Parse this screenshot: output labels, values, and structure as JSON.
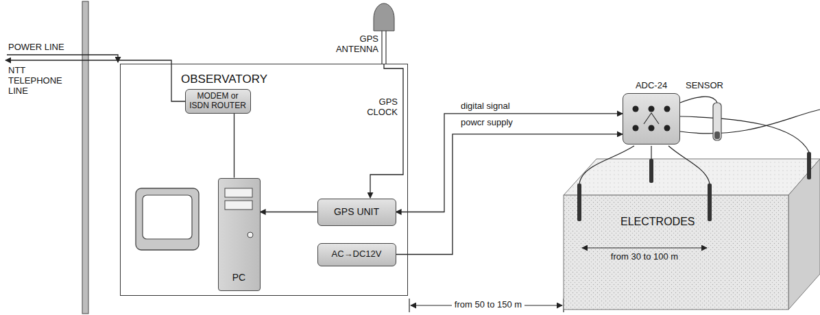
{
  "diagram": {
    "nodes": [
      {
        "text": [
          "OBSERVATORY"
        ]
      },
      {
        "text": [
          "MODEM or ISDN ROUTER"
        ],
        "in": 0
      },
      {
        "text": [
          "PC"
        ],
        "in": 0
      },
      {
        "text": [
          "GPS UNIT"
        ],
        "in": 0
      },
      {
        "text": [
          "AC→DC12V"
        ],
        "in": 0
      },
      {
        "text": [
          "ADC-24"
        ]
      },
      {
        "text": [
          "ELECTRODES"
        ]
      }
    ],
    "edges": [
      {
        "from": 1,
        "to": 2,
        "arrow": "none"
      },
      {
        "from": 3,
        "to": 2,
        "arrow": "to"
      },
      {
        "from": 5,
        "to": 3,
        "label": "digital signal",
        "arrow": "both"
      },
      {
        "from": 4,
        "to": 5,
        "label": "powcr supply",
        "arrow": "to"
      }
    ],
    "labels": [
      "POWER LINE",
      "NTT TELEPHONE LINE",
      "GPS ANTENNA",
      "GPS CLOCK",
      "SENSOR",
      "from 30 to 100 m",
      "from 50 to 150 m"
    ]
  }
}
